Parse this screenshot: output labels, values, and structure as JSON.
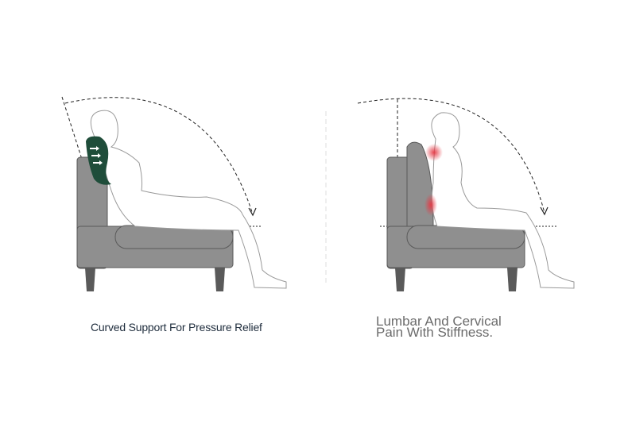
{
  "panels": [
    {
      "caption": "Curved Support For Pressure Relief",
      "cushion_color": "#1f4d3a",
      "state": "with-support"
    },
    {
      "caption_lines": [
        "Lumbar And Cervical",
        "Pain With Stiffness."
      ],
      "pain_color": "#e53945",
      "state": "without-support"
    }
  ],
  "colors": {
    "chair": "#8f8f8f",
    "chair_dark": "#5a5a5a"
  }
}
